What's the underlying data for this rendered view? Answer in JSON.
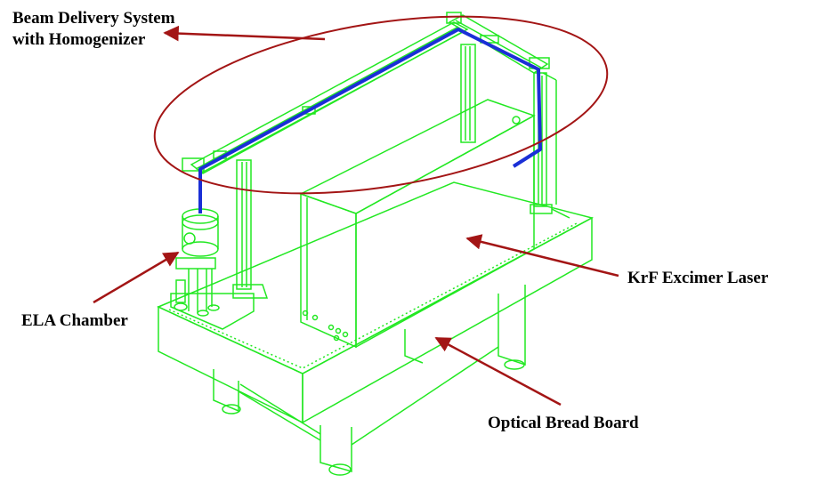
{
  "labels": {
    "beam_line1": "Beam Delivery System",
    "beam_line2": "with Homogenizer",
    "ela_chamber": "ELA Chamber",
    "krf_laser": "KrF Excimer Laser",
    "bread_board": "Optical Bread Board"
  },
  "colors": {
    "wireframe": "#22e822",
    "beam_tube": "#1a2fd6",
    "annotation": "#a31515",
    "text": "#000000"
  }
}
